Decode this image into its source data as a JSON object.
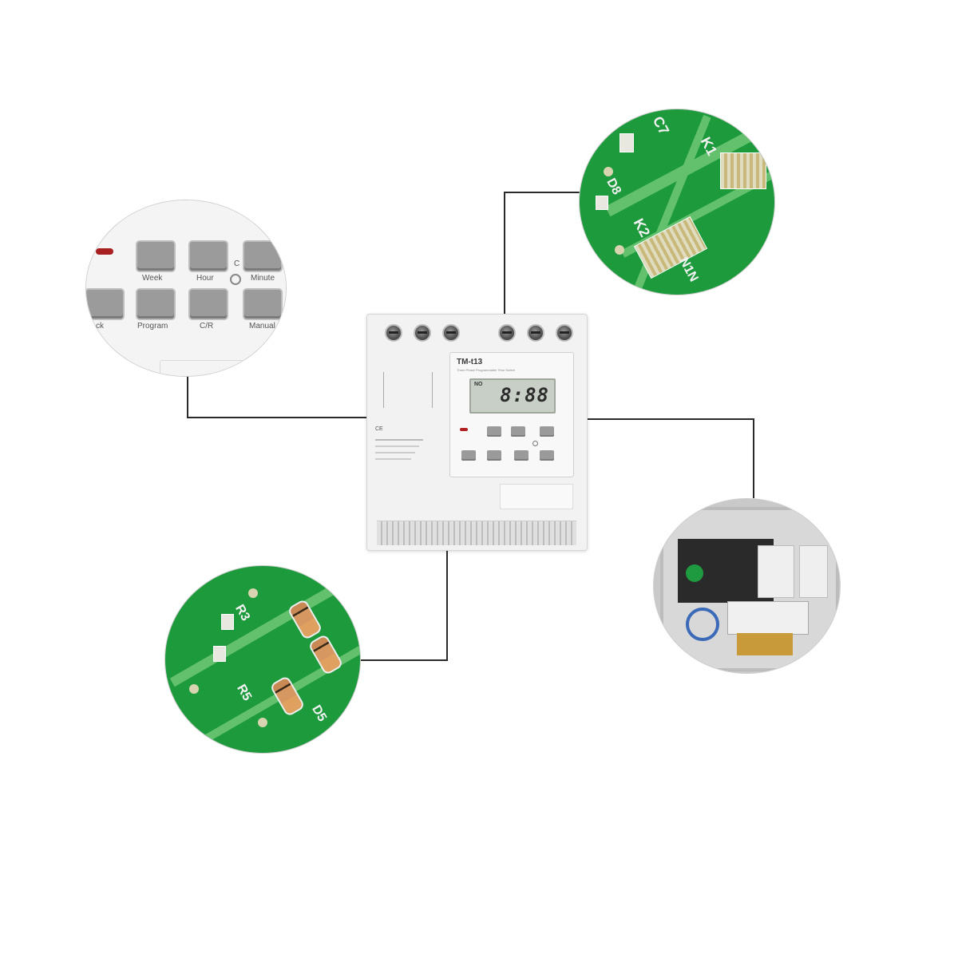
{
  "device": {
    "model": "TM-t13",
    "subtitle": "Three Phase Programmable Time Switch",
    "lcd_indicator": "NO",
    "lcd_time": "8:88",
    "colors": {
      "body": "#f2f2f2",
      "lcd": "#c8cfc6",
      "button": "#9a9a9a",
      "pcb": "#1d9a3c"
    }
  },
  "keypad_zoom": {
    "labels": [
      "Week",
      "Hour",
      "C",
      "Minute",
      "ck",
      "Program",
      "C/R",
      "Manual"
    ]
  },
  "pcb_top_right": {
    "silk": [
      "C7",
      "K1",
      "D8",
      "K2",
      "N1N"
    ]
  },
  "pcb_bottom_left": {
    "silk": [
      "R3",
      "D5",
      "R5"
    ]
  }
}
